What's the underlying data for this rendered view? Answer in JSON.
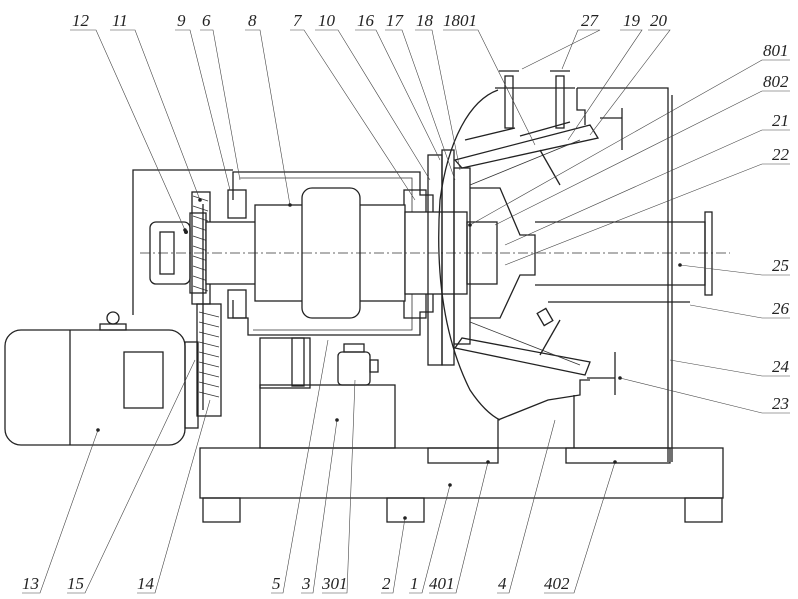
{
  "figure": {
    "title": "Centrifuge assembly technical drawing",
    "labels": {
      "l12": "12",
      "l11": "11",
      "l9": "9",
      "l6": "6",
      "l8": "8",
      "l7": "7",
      "l10": "10",
      "l16": "16",
      "l17": "17",
      "l18": "18",
      "l1801": "1801",
      "l27": "27",
      "l19": "19",
      "l20": "20",
      "l801": "801",
      "l802": "802",
      "l21": "21",
      "l22": "22",
      "l25": "25",
      "l26": "26",
      "l24": "24",
      "l23": "23",
      "l13": "13",
      "l15": "15",
      "l14": "14",
      "l5": "5",
      "l3": "3",
      "l301": "301",
      "l2": "2",
      "l1": "1",
      "l401": "401",
      "l4": "4",
      "l402": "402"
    }
  }
}
